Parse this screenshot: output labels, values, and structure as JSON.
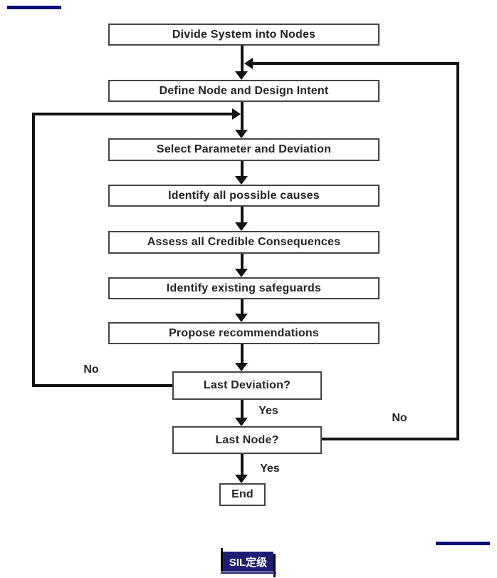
{
  "flowchart": {
    "boxes": [
      {
        "label": "Divide System into Nodes"
      },
      {
        "label": "Define Node and Design Intent"
      },
      {
        "label": "Select Parameter and Deviation"
      },
      {
        "label": "Identify all possible causes"
      },
      {
        "label": "Assess all Credible Consequences"
      },
      {
        "label": "Identify existing safeguards"
      },
      {
        "label": "Propose recommendations"
      },
      {
        "label": "Last Deviation?"
      },
      {
        "label": "Last Node?"
      },
      {
        "label": "End"
      }
    ],
    "edge_labels": {
      "last_deviation_no": "No",
      "last_deviation_yes": "Yes",
      "last_node_no": "No",
      "last_node_yes": "Yes"
    },
    "colors": {
      "line": "#121212",
      "box_border": "#454545",
      "text": "#242424"
    }
  },
  "footer": {
    "badge_label": "SIL定级",
    "badge_bg": "#1c1c74",
    "badge_text_color": "#ffffff"
  },
  "decorations": {
    "accent_line_color": "#0b0b7b"
  }
}
